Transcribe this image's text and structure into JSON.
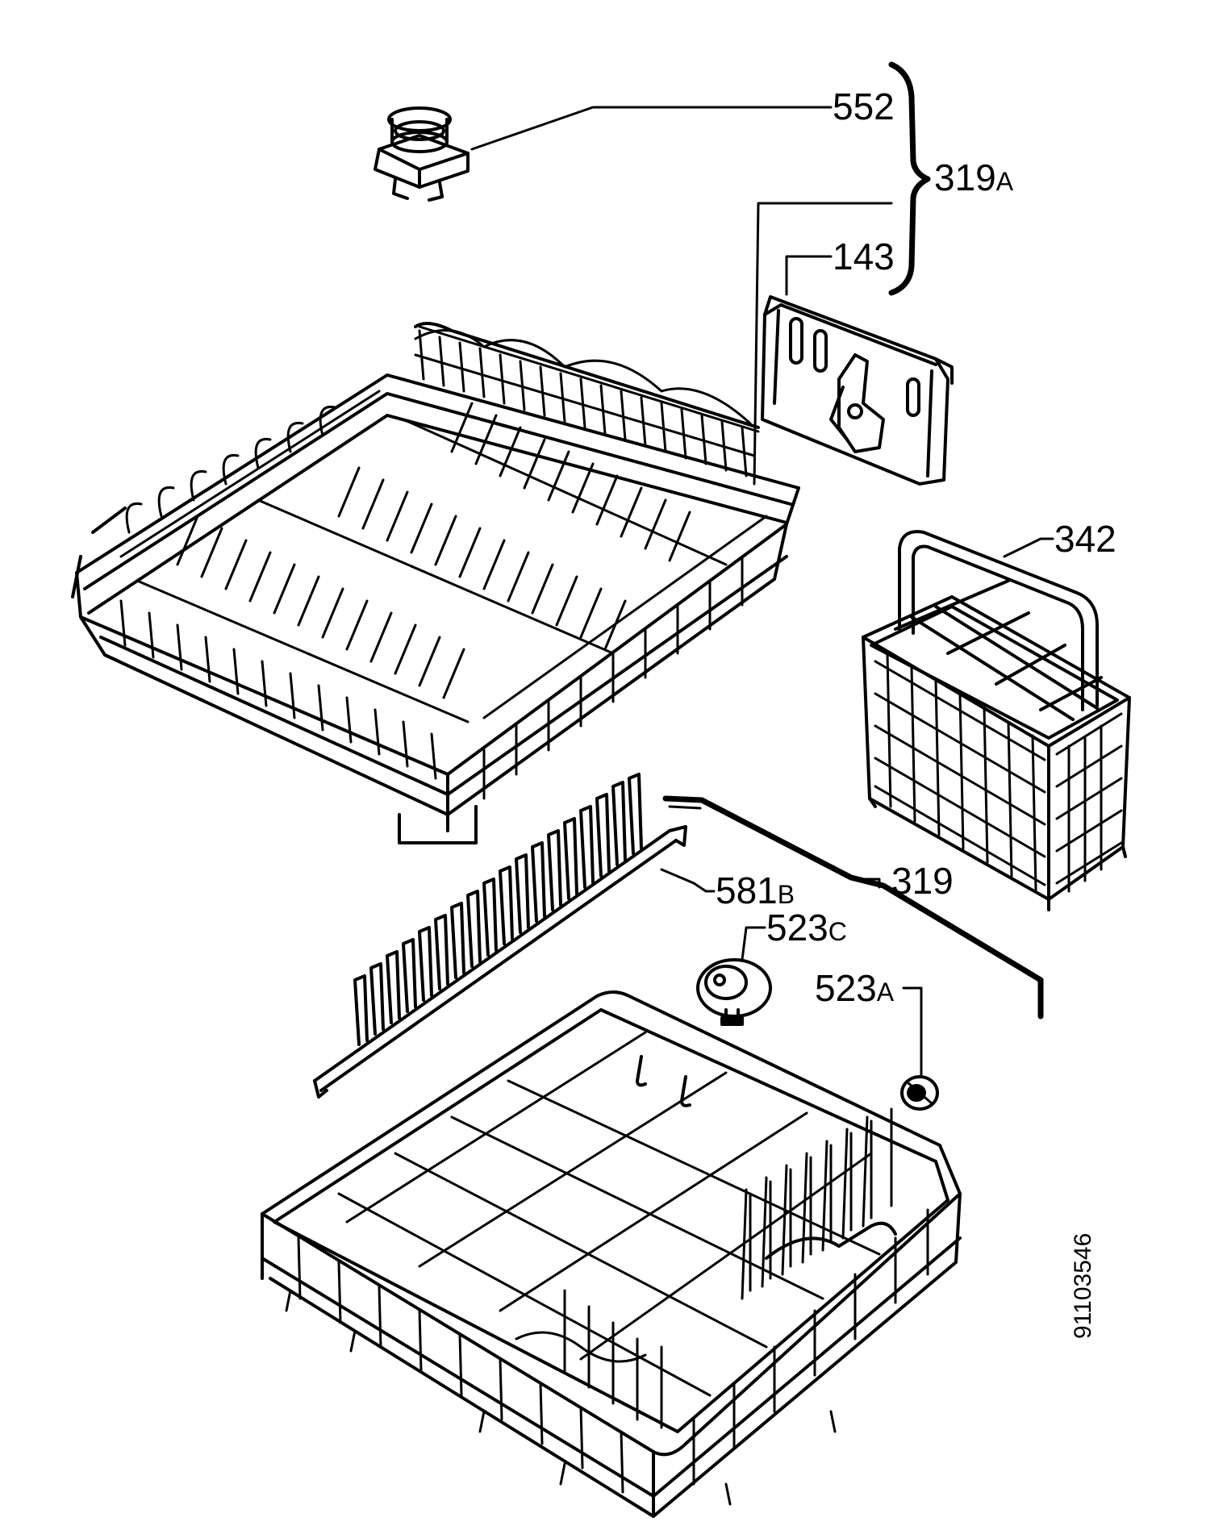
{
  "labels": {
    "l552": "552",
    "l319a": {
      "num": "319",
      "suffix": "A"
    },
    "l143": "143",
    "l342": "342",
    "l581b": {
      "num": "581",
      "suffix": "B"
    },
    "l319": "319",
    "l523c": {
      "num": "523",
      "suffix": "C"
    },
    "l523a": {
      "num": "523",
      "suffix": "A"
    }
  },
  "drawing_number": "91103546"
}
